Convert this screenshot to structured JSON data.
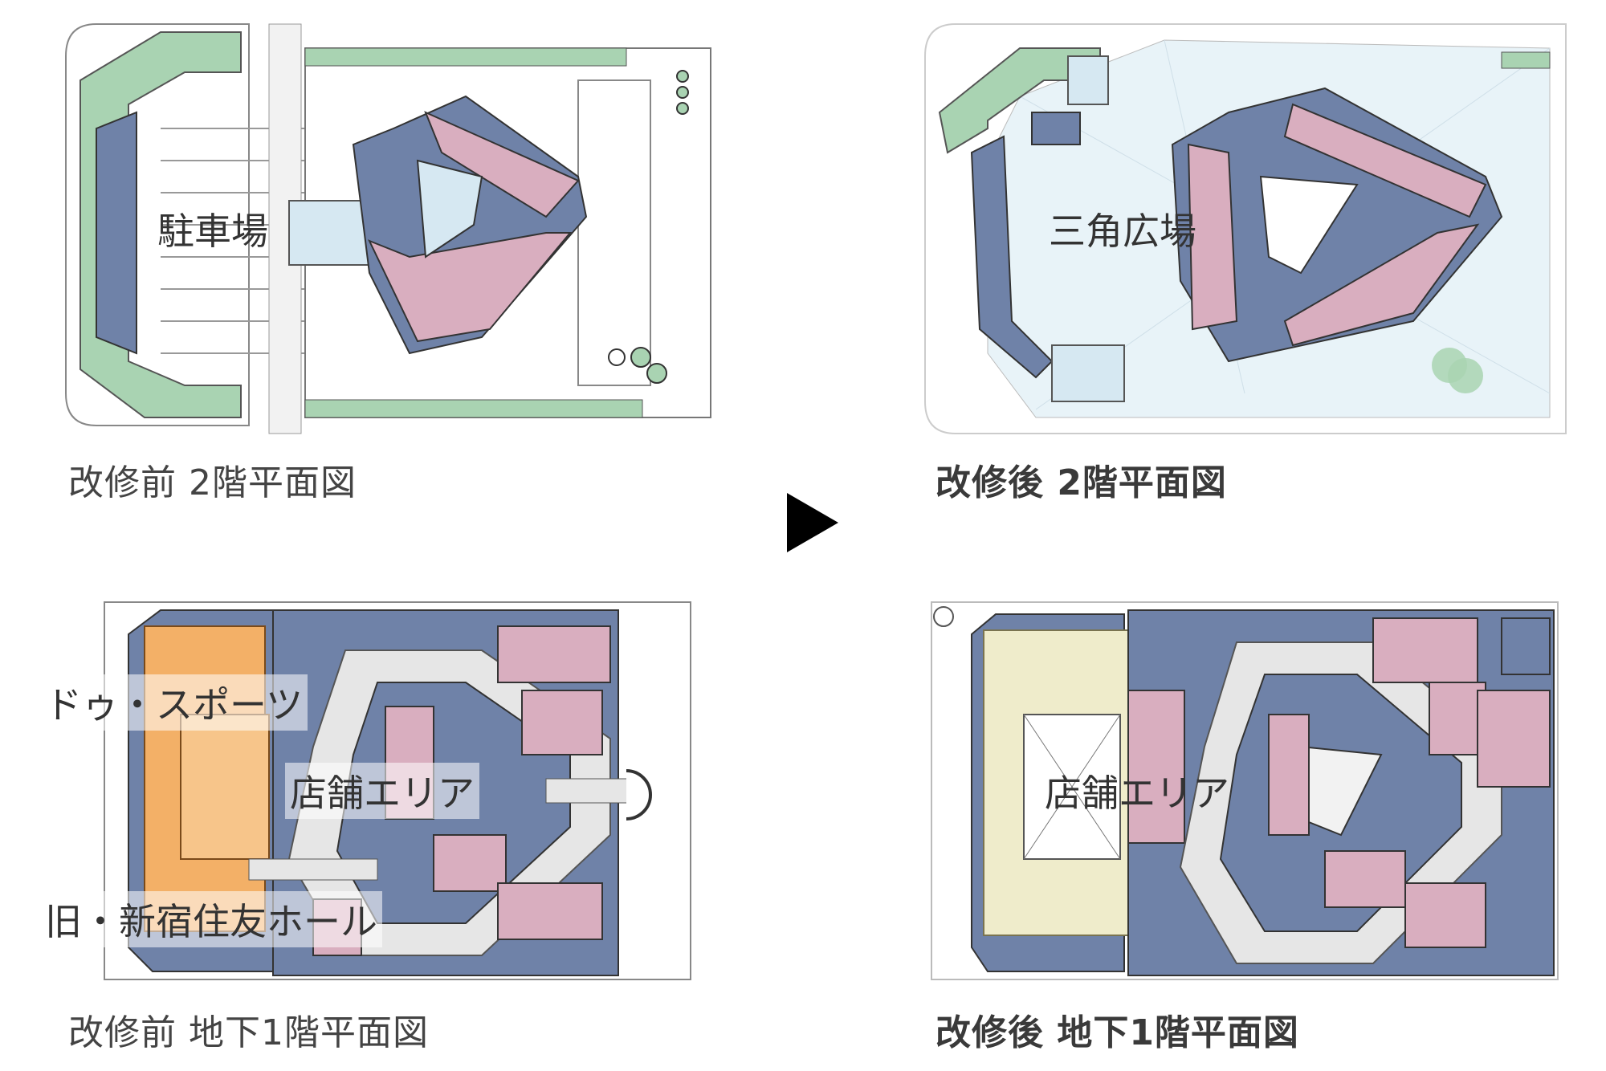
{
  "panels": {
    "before_2f": {
      "caption": "改修前 2階平面図",
      "label": "駐車場"
    },
    "after_2f": {
      "caption": "改修後 2階平面図",
      "label": "三角広場"
    },
    "before_b1": {
      "caption": "改修前 地下1階平面図",
      "labels": [
        "ドゥ・スポーツ",
        "店舗エリア",
        "旧・新宿住友ホール"
      ]
    },
    "after_b1": {
      "caption": "改修後 地下1階平面図",
      "label": "店舗エリア"
    }
  },
  "legend_colors": {
    "retail": "#d9aebf",
    "office": "#6f82a8",
    "green": "#a9d3b2",
    "plaza": "#d6e8f2",
    "hall": "#f3b067",
    "hall_after": "#efeccb",
    "corridor": "#e6e6e6"
  },
  "arrow_icon": "right-triangle-arrow"
}
